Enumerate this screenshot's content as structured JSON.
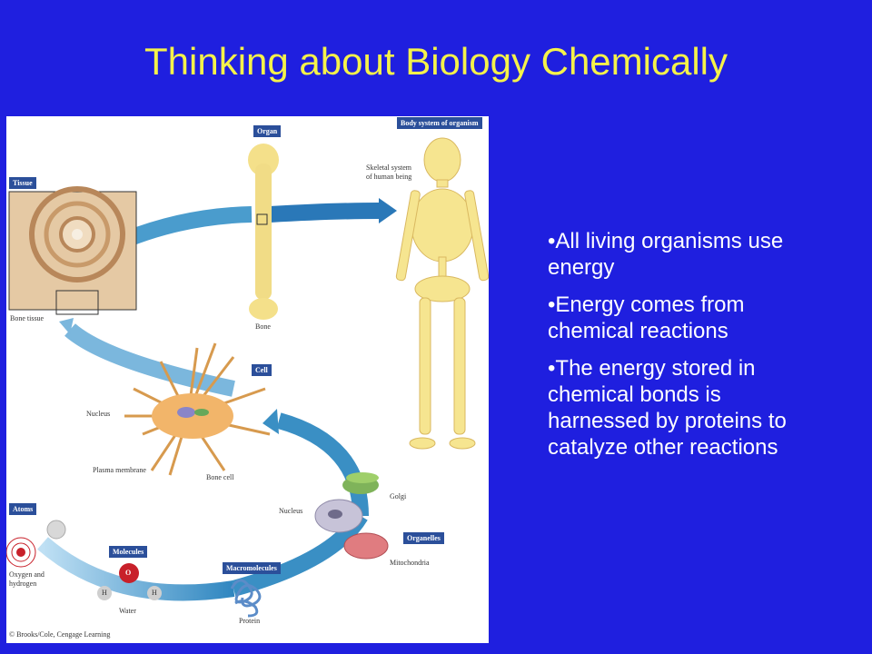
{
  "slide": {
    "title": "Thinking about Biology Chemically",
    "bullets": [
      "•All living organisms use energy",
      "•Energy comes from chemical reactions",
      "•The energy stored in chemical bonds is harnessed by proteins to catalyze other reactions"
    ]
  },
  "figure": {
    "boxes": {
      "body_system": "Body system of organism",
      "organ": "Organ",
      "tissue": "Tissue",
      "cell": "Cell",
      "organelles": "Organelles",
      "macromolecules": "Macromolecules",
      "molecules": "Molecules",
      "atoms": "Atoms"
    },
    "captions": {
      "skeletal_1": "Skeletal system",
      "skeletal_2": "of human being",
      "bone": "Bone",
      "bone_tissue": "Bone tissue",
      "nucleus_cell": "Nucleus",
      "plasma_membrane": "Plasma membrane",
      "bone_cell": "Bone cell",
      "golgi": "Golgi",
      "nucleus_org": "Nucleus",
      "mitochondria": "Mitochondria",
      "protein": "Protein",
      "water": "Water",
      "oxygen_1": "Oxygen and",
      "oxygen_2": "hydrogen",
      "o_atom": "O",
      "h_atom_1": "H",
      "h_atom_2": "H",
      "credit": "© Brooks/Cole, Cengage Learning"
    }
  },
  "colors": {
    "background": "#1f1fdf",
    "title": "#f5f24a",
    "bullet_text": "#ffffff",
    "label_box": "#2b4f9a",
    "arrow": "#3a8fc4"
  }
}
